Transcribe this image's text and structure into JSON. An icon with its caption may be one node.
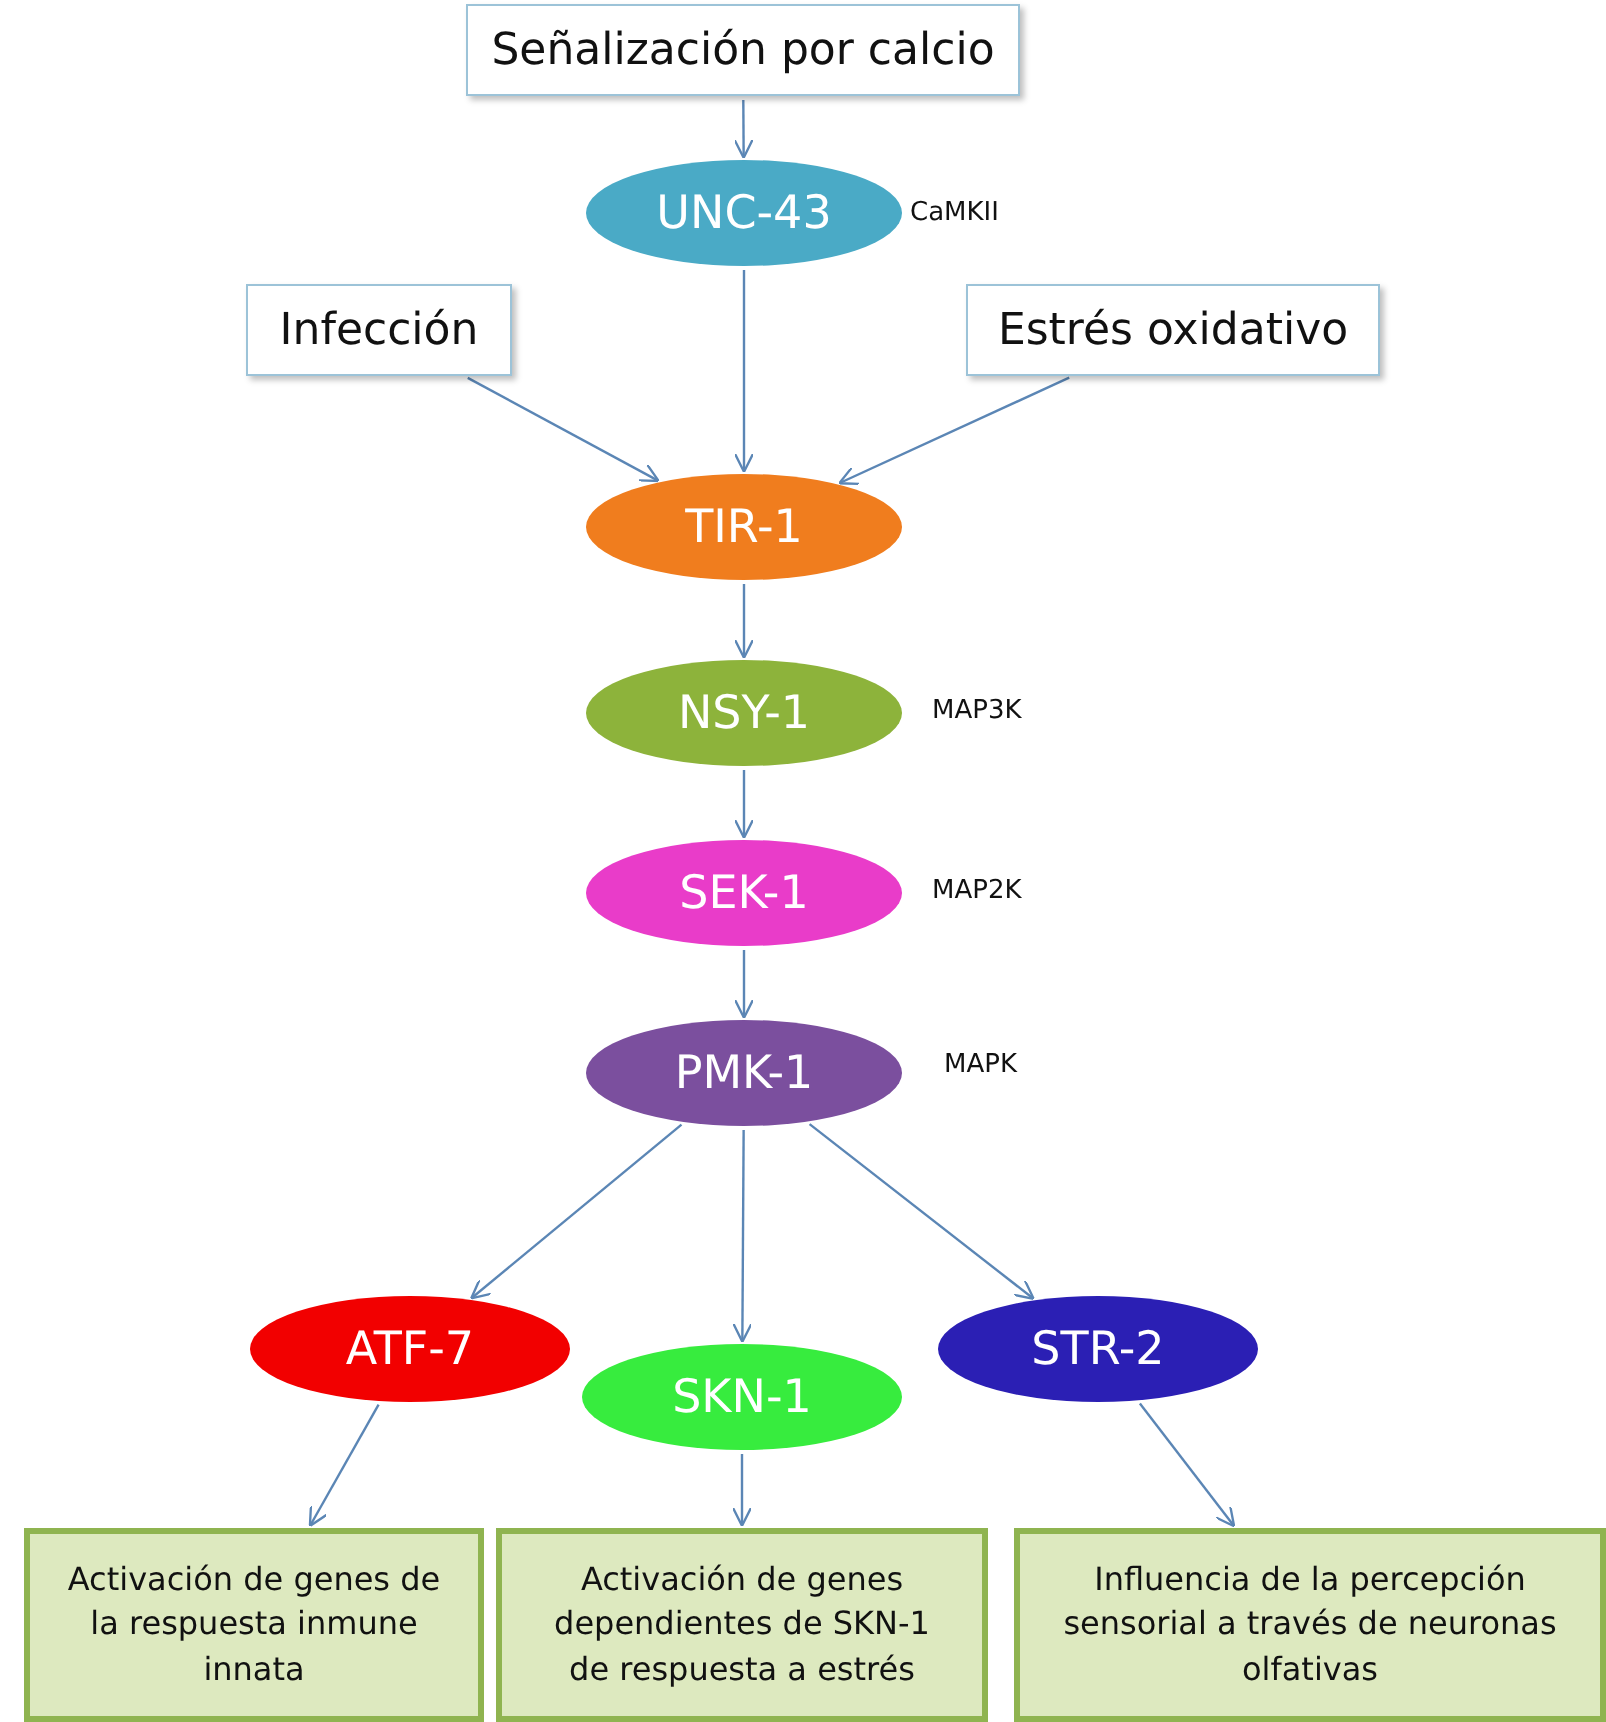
{
  "diagram": {
    "nodes": [
      {
        "text": [
          "Señalización por calcio"
        ]
      },
      {
        "text": [
          "UNC-43"
        ],
        "beside": [
          "CaMKII"
        ]
      },
      {
        "text": [
          "Infección"
        ]
      },
      {
        "text": [
          "Estrés oxidativo"
        ]
      },
      {
        "text": [
          "TIR-1"
        ]
      },
      {
        "text": [
          "NSY-1"
        ],
        "beside": [
          "MAP3K"
        ]
      },
      {
        "text": [
          "SEK-1"
        ],
        "beside": [
          "MAP2K"
        ]
      },
      {
        "text": [
          "PMK-1"
        ],
        "beside": [
          "MAPK"
        ]
      },
      {
        "text": [
          "ATF-7"
        ]
      },
      {
        "text": [
          "SKN-1"
        ]
      },
      {
        "text": [
          "STR-2"
        ]
      },
      {
        "text": [
          "Activación de genes de la respuesta inmune innata"
        ]
      },
      {
        "text": [
          "Activación de genes dependientes de SKN-1 de respuesta a estrés"
        ]
      },
      {
        "text": [
          "Influencia de la percepción sensorial a través de neuronas olfativas"
        ]
      }
    ],
    "edges": [
      {
        "from": 0,
        "to": 1,
        "arrow": "to"
      },
      {
        "from": 1,
        "to": 4,
        "arrow": "to"
      },
      {
        "from": 2,
        "to": 4,
        "arrow": "to"
      },
      {
        "from": 3,
        "to": 4,
        "arrow": "to"
      },
      {
        "from": 4,
        "to": 5,
        "arrow": "to"
      },
      {
        "from": 5,
        "to": 6,
        "arrow": "to"
      },
      {
        "from": 6,
        "to": 7,
        "arrow": "to"
      },
      {
        "from": 7,
        "to": 8,
        "arrow": "to"
      },
      {
        "from": 7,
        "to": 9,
        "arrow": "to"
      },
      {
        "from": 7,
        "to": 10,
        "arrow": "to"
      },
      {
        "from": 8,
        "to": 11,
        "arrow": "to"
      },
      {
        "from": 9,
        "to": 12,
        "arrow": "to"
      },
      {
        "from": 10,
        "to": 13,
        "arrow": "to"
      }
    ]
  }
}
